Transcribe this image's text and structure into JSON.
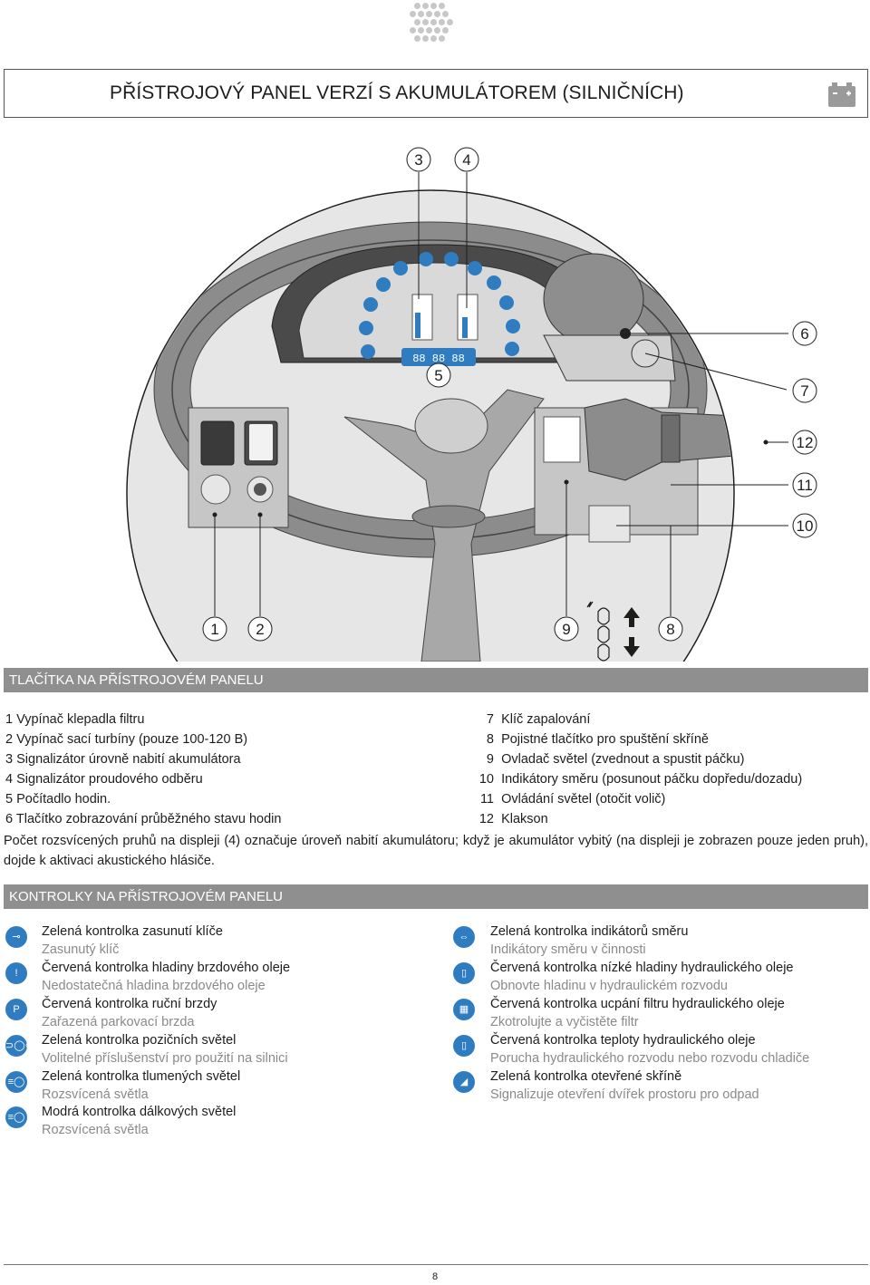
{
  "header": {
    "title": "PŘÍSTROJOVÝ PANEL VERZÍ S AKUMULÁTOREM (SILNIČNÍCH)",
    "icon": "battery-icon"
  },
  "diagram": {
    "callouts": [
      "1",
      "2",
      "3",
      "4",
      "5",
      "6",
      "7",
      "8",
      "9",
      "10",
      "11",
      "12"
    ],
    "display_digits": "88 88 88"
  },
  "section1": {
    "title": "TLAČÍTKA NA PŘÍSTROJOVÉM PANELU",
    "left_items": [
      {
        "num": "1",
        "text": "Vypínač klepadla filtru"
      },
      {
        "num": "2",
        "text": "Vypínač sací turbíny (pouze 100-120 B)"
      },
      {
        "num": "3",
        "text": "Signalizátor úrovně nabití akumulátora"
      },
      {
        "num": "4",
        "text": "Signalizátor proudového odběru"
      },
      {
        "num": "5",
        "text": "Počítadlo hodin."
      },
      {
        "num": "6",
        "text": "Tlačítko zobrazování průběžného stavu hodin"
      }
    ],
    "right_items": [
      {
        "num": "7",
        "text": "Klíč zapalování"
      },
      {
        "num": "8",
        "text": "Pojistné tlačítko pro spuštění skříně"
      },
      {
        "num": "9",
        "text": "Ovladač světel (zvednout a spustit páčku)"
      },
      {
        "num": "10",
        "text": "Indikátory směru (posunout páčku dopředu/dozadu)"
      },
      {
        "num": "11",
        "text": "Ovládání světel (otočit volič)"
      },
      {
        "num": "12",
        "text": "Klakson"
      }
    ],
    "paragraph": "Počet rozsvícených pruhů na displeji (4) označuje úroveň nabití akumulátoru; když je akumulátor vybitý (na displeji je zobrazen pouze jeden pruh), dojde k aktivaci akustického hlásiče."
  },
  "section2": {
    "title": "KONTROLKY NA PŘÍSTROJOVÉM PANELU",
    "left_items": [
      {
        "icon": "key-icon",
        "title": "Zelená kontrolka zasunutí klíče",
        "desc": "Zasunutý klíč"
      },
      {
        "icon": "warning-icon",
        "title": "Červená kontrolka hladiny brzdového oleje",
        "desc": "Nedostatečná hladina brzdového oleje"
      },
      {
        "icon": "parking-icon",
        "title": "Červená kontrolka ruční brzdy",
        "desc": "Zařazená parkovací brzda"
      },
      {
        "icon": "position-lights-icon",
        "title": "Zelená kontrolka pozičních světel",
        "desc": "Volitelné příslušenství pro použití na silnici"
      },
      {
        "icon": "low-beam-icon",
        "title": "Zelená kontrolka tlumených světel",
        "desc": "Rozsvícená světla"
      },
      {
        "icon": "high-beam-icon",
        "title": "Modrá kontrolka dálkových světel",
        "desc": "Rozsvícená světla"
      }
    ],
    "right_items": [
      {
        "icon": "turn-signal-icon",
        "title": "Zelená kontrolka indikátorů směru",
        "desc": "Indikátory směru v činnosti"
      },
      {
        "icon": "hydraulic-oil-level-icon",
        "title": "Červená kontrolka nízké hladiny hydraulického oleje",
        "desc": "Obnovte hladinu v hydraulickém rozvodu"
      },
      {
        "icon": "hydraulic-filter-icon",
        "title": "Červená kontrolka ucpání filtru hydraulického oleje",
        "desc": "Zkotrolujte a vyčistěte filtr"
      },
      {
        "icon": "hydraulic-temp-icon",
        "title": "Červená kontrolka teploty hydraulického oleje",
        "desc": "Porucha hydraulického rozvodu nebo rozvodu chladiče"
      },
      {
        "icon": "hopper-open-icon",
        "title": "Zelená kontrolka otevřené skříně",
        "desc": "Signalizuje otevření dvířek prostoru pro odpad"
      }
    ]
  },
  "footer": {
    "page": "8"
  }
}
